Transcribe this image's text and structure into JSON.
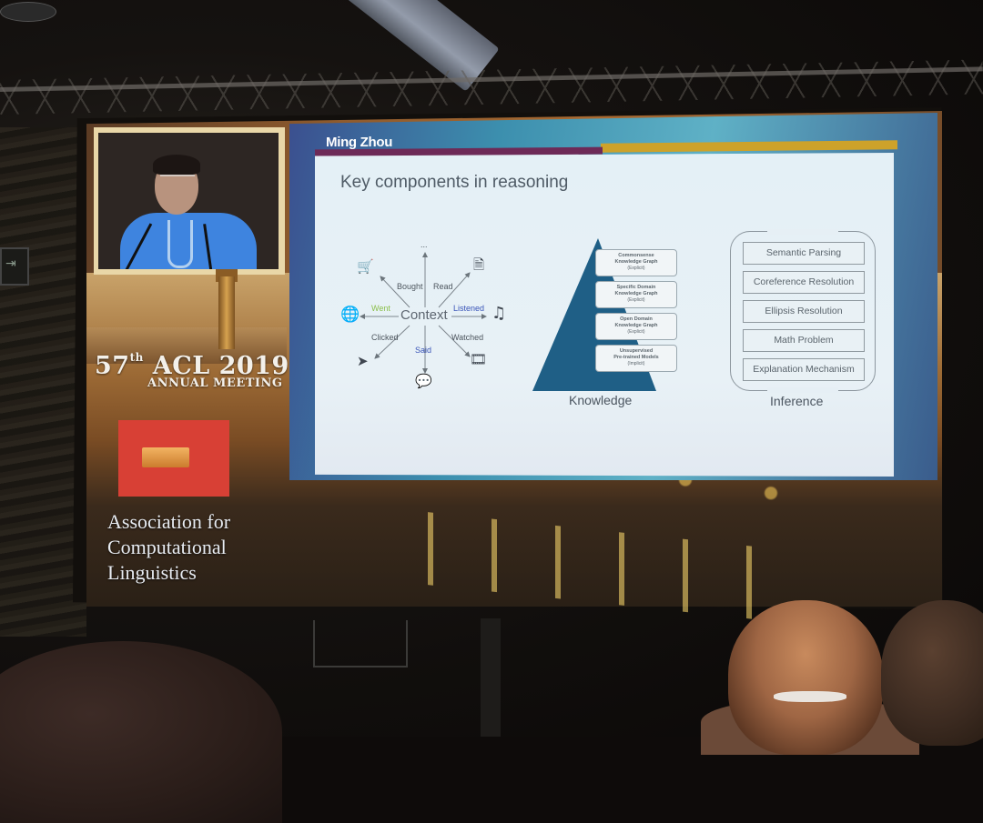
{
  "scene": {
    "description": "Photograph of a conference talk projected on a screen"
  },
  "conference_panel": {
    "edition": "57",
    "edition_suffix": "th",
    "name": "ACL 2019",
    "subtitle": "ANNUAL MEETING",
    "organization_lines": [
      "Association for",
      "Computational",
      "Linguistics"
    ]
  },
  "slide": {
    "speaker": "Ming Zhou",
    "title": "Key components in reasoning",
    "colors": {
      "banner_blue": "#3c8fae",
      "accent_purple": "#6d2a57",
      "accent_gold": "#cda22a",
      "body_bg": "#e4f0f6",
      "pyramid": "#1f5f86"
    },
    "context_diagram": {
      "center": "Context",
      "top_label": "...",
      "edges": [
        {
          "verb": "Bought",
          "target_icon": "shopping-cart-icon",
          "color": "#4d565e"
        },
        {
          "verb": "Read",
          "target_icon": "document-icon",
          "color": "#4d565e"
        },
        {
          "verb": "Listened",
          "target_icon": "music-note-icon",
          "color": "#3a55b8"
        },
        {
          "verb": "Watched",
          "target_icon": "film-strip-icon",
          "color": "#4d565e"
        },
        {
          "verb": "Said",
          "target_icon": "chat-bubbles-icon",
          "color": "#3a55b8"
        },
        {
          "verb": "Clicked",
          "target_icon": "cursor-arrow-icon",
          "color": "#4d565e"
        },
        {
          "verb": "Went",
          "target_icon": "globe-icon",
          "color": "#8cbf4b"
        }
      ]
    },
    "knowledge": {
      "label": "Knowledge",
      "layers": [
        {
          "title": "Commonsense",
          "line2": "Knowledge Graph",
          "type": "(Explicit)"
        },
        {
          "title": "Specific Domain",
          "line2": "Knowledge Graph",
          "type": "(Explicit)"
        },
        {
          "title": "Open Domain",
          "line2": "Knowledge Graph",
          "type": "(Explicit)"
        },
        {
          "title": "Unsupervised",
          "line2": "Pre-trained Models",
          "type": "(Implicit)"
        }
      ]
    },
    "inference": {
      "label": "Inference",
      "items": [
        "Semantic Parsing",
        "Coreference Resolution",
        "Ellipsis Resolution",
        "Math Problem",
        "Explanation Mechanism"
      ]
    }
  }
}
